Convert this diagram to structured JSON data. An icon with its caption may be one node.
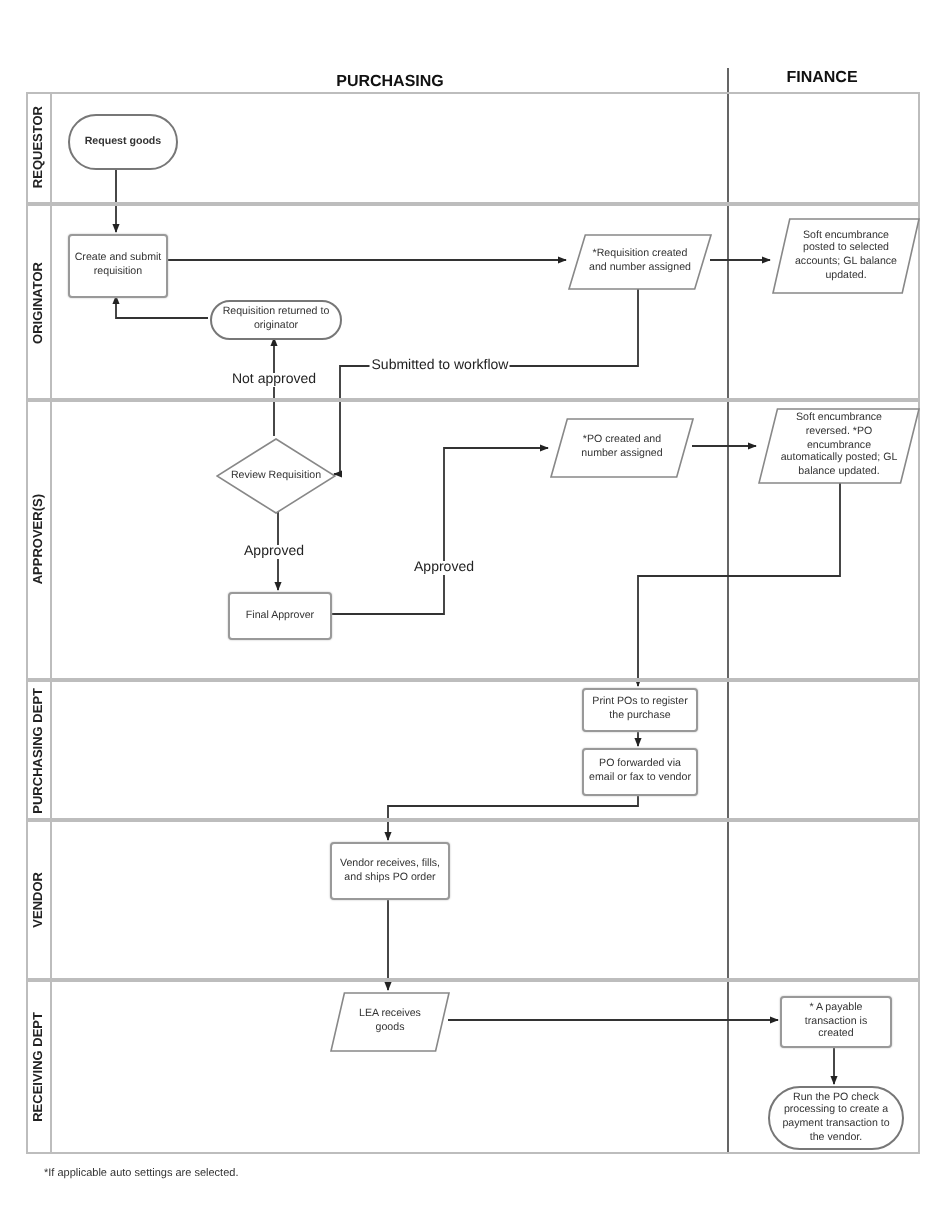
{
  "diagram": {
    "nodes": [
      {
        "text": [
          "REQUESTOR"
        ]
      },
      {
        "text": [
          "ORIGINATOR"
        ]
      },
      {
        "text": [
          "APPROVER(S)"
        ]
      },
      {
        "text": [
          "PURCHASING DEPT"
        ]
      },
      {
        "text": [
          "VENDOR"
        ]
      },
      {
        "text": [
          "RECEIVING DEPT"
        ]
      },
      {
        "text": [
          "Request goods"
        ],
        "in": 0
      },
      {
        "text": [
          "Create and submit requisition"
        ],
        "in": 1
      },
      {
        "text": [
          "*Requisition created and number assigned"
        ],
        "in": 1
      },
      {
        "text": [
          "Soft encumbrance posted to selected accounts; GL balance updated."
        ],
        "in": 1
      },
      {
        "text": [
          "Requisition returned to originator"
        ],
        "in": 1
      },
      {
        "text": [
          "Review Requisition"
        ],
        "in": 2
      },
      {
        "text": [
          "Final Approver"
        ],
        "in": 2
      },
      {
        "text": [
          "*PO created and number assigned"
        ],
        "in": 2
      },
      {
        "text": [
          "Soft encumbrance reversed. *PO encumbrance automatically posted; GL balance updated."
        ],
        "in": 2
      },
      {
        "text": [
          "Print POs to register the purchase"
        ],
        "in": 3
      },
      {
        "text": [
          "PO forwarded via email or fax to vendor"
        ],
        "in": 3
      },
      {
        "text": [
          "Vendor receives, fills, and ships PO order"
        ],
        "in": 4
      },
      {
        "text": [
          "LEA receives goods"
        ],
        "in": 5
      },
      {
        "text": [
          "* A payable transaction is created"
        ],
        "in": 5
      },
      {
        "text": [
          "Run the PO check processing to create a payment transaction to the vendor."
        ],
        "in": 5
      }
    ],
    "edges": [
      {
        "from": 6,
        "to": 7,
        "arrow": "to"
      },
      {
        "from": 7,
        "to": 8,
        "arrow": "to"
      },
      {
        "from": 8,
        "to": 9,
        "arrow": "to"
      },
      {
        "from": 8,
        "to": 11,
        "arrow": "to",
        "label": "Submitted to workflow"
      },
      {
        "from": 11,
        "to": 10,
        "arrow": "to",
        "label": "Not approved"
      },
      {
        "from": 10,
        "to": 7,
        "arrow": "to"
      },
      {
        "from": 11,
        "to": 12,
        "arrow": "to",
        "label": "Approved"
      },
      {
        "from": 12,
        "to": 13,
        "arrow": "to",
        "label": "Approved"
      },
      {
        "from": 13,
        "to": 14,
        "arrow": "to"
      },
      {
        "from": 14,
        "to": 15,
        "arrow": "to"
      },
      {
        "from": 15,
        "to": 16,
        "arrow": "to"
      },
      {
        "from": 16,
        "to": 17,
        "arrow": "to"
      },
      {
        "from": 17,
        "to": 18,
        "arrow": "to"
      },
      {
        "from": 18,
        "to": 19,
        "arrow": "to"
      },
      {
        "from": 19,
        "to": 20,
        "arrow": "to"
      }
    ],
    "labels": [
      "PURCHASING",
      "FINANCE",
      "*If applicable auto settings are selected."
    ]
  }
}
